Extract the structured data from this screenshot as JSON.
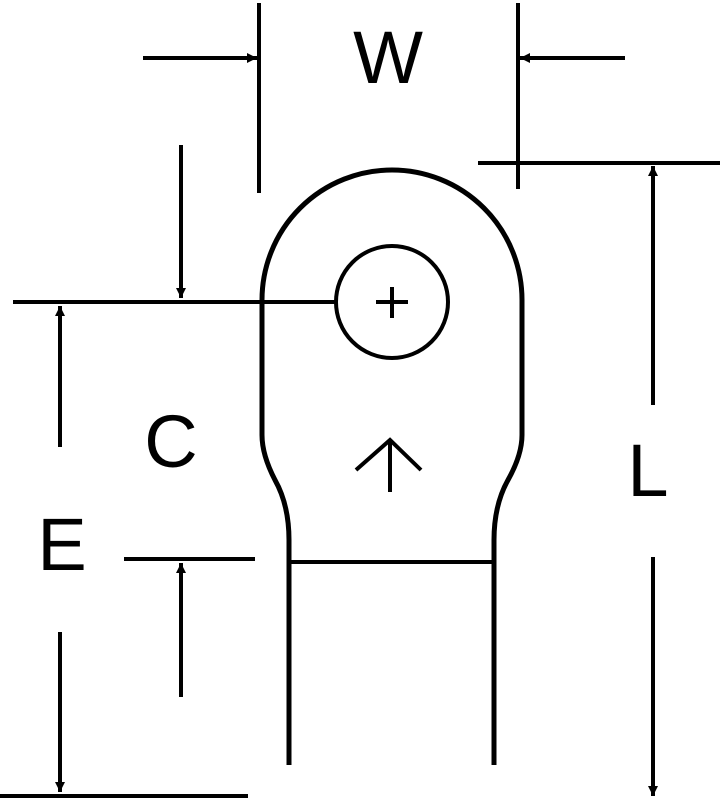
{
  "labels": {
    "w": "W",
    "c": "C",
    "e": "E",
    "l": "L"
  },
  "colors": {
    "stroke": "#000000",
    "background": "#ffffff"
  }
}
